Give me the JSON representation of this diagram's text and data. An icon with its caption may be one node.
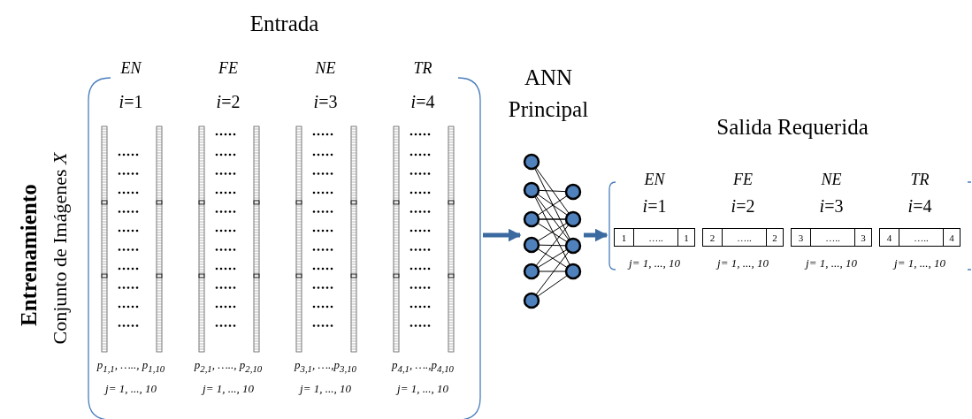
{
  "diagram": {
    "nodes": [
      {
        "text": [
          "Entrada"
        ]
      },
      {
        "text": [],
        "shape": "picture",
        "beside": [
          "ANN Principal"
        ]
      },
      {
        "text": [
          "Salida Requerida"
        ]
      },
      {
        "text": [
          "1",
          "…..",
          "1"
        ],
        "in": 2
      },
      {
        "text": [
          "2",
          "…..",
          "2"
        ],
        "in": 2
      },
      {
        "text": [
          "3",
          "…..",
          "3"
        ],
        "in": 2
      },
      {
        "text": [
          "4",
          "…..",
          "4"
        ],
        "in": 2
      }
    ],
    "edges": [
      {
        "from": 0,
        "to": 1,
        "arrow": "to"
      },
      {
        "from": 1,
        "to": 2,
        "arrow": "to"
      }
    ],
    "labels": [
      "Entrenamiento",
      "Conjunto de Imágenes *X*",
      "EN",
      "*i*=1",
      "p$_{1,1}$, ….., p$_{1,10}$",
      "j= 1, ..., 10",
      "FE",
      "*i*=2",
      "p$_{2,1}$, ….., p$_{2,10}$",
      "j= 1, ..., 10",
      "NE",
      "*i*=3",
      "p$_{3,1}$, ….,p$_{3,10}$",
      "j= 1, ..., 10",
      "TR",
      "*i*=4",
      "p$_{4,1}$, ….,p$_{4,10}$",
      "j= 1, ..., 10",
      "EN",
      "*i*=1",
      "j= 1, ..., 10",
      "FE",
      "*i*=2",
      "j= 1, ..., 10",
      "NE",
      "*i*=3",
      "j= 1, ..., 10",
      "TR",
      "*i*=4",
      "j= 1, ..., 10"
    ]
  }
}
